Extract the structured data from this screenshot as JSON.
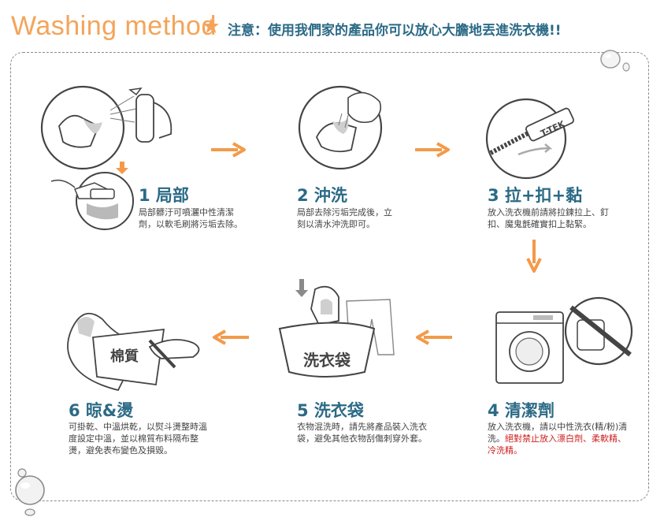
{
  "header": {
    "title": "Washing method",
    "notice": "注意：使用我們家的產品你可以放心大膽地丟進洗衣機!!"
  },
  "steps": [
    {
      "title": "1 局部",
      "text": "局部髒汙可噴灑中性清潔劑，以軟毛刷將污垢去除。"
    },
    {
      "title": "2 沖洗",
      "text": "局部去除污垢完成後，立刻以清水沖洗即可。"
    },
    {
      "title": "3 拉+扣+黏",
      "text": "放入洗衣機前請將拉鍊拉上、釘扣、魔鬼氈確實扣上黏緊。",
      "tag": "T-TEK"
    },
    {
      "title": "4 清潔劑",
      "text": "放入洗衣機，請以中性洗衣(精/粉)清洗。",
      "warning": "絕對禁止放入漂白劑、柔軟精、冷洗精。"
    },
    {
      "title": "5 洗衣袋",
      "text": "衣物混洗時，請先將產品裝入洗衣袋，避免其他衣物刮傷刺穿外套。",
      "bag_label": "洗衣袋"
    },
    {
      "title": "6 晾&燙",
      "text": "可掛乾、中溫烘乾，以熨斗燙整時溫度設定中溫，並以棉質布料隔布整燙，避免表布變色及損毀。",
      "cloth_label": "棉質"
    }
  ],
  "colors": {
    "title_orange": "#f4a45a",
    "step_blue": "#2b6a86",
    "arrow_orange": "#f39a49",
    "warning_red": "#cc1f1f"
  }
}
